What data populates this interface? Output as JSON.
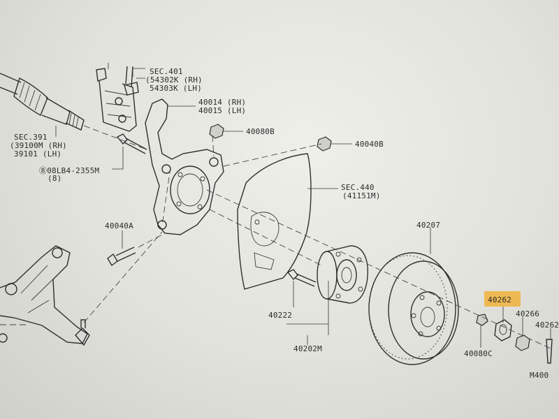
{
  "callouts": {
    "sec401": "SEC.401",
    "sec401_rh": "(54302K (RH)",
    "sec401_lh": "54303K (LH)",
    "knuckle_rh": "40014 (RH)",
    "knuckle_lh": "40015 (LH)",
    "nut_40080b": "40080B",
    "nut_40040b": "40040B",
    "sec391": "SEC.391",
    "sec391_rh": "(39100M (RH)",
    "sec391_lh": "39101  (LH)",
    "bolt_08lb4": "Ⓑ08LB4-2355M",
    "bolt_08lb4_qty": "(8)",
    "sec440": "SEC.440",
    "sec440_part": "(41151M)",
    "bolt_40040a": "40040A",
    "rotor_40207": "40207",
    "hub_bolt_40222": "40222",
    "hub_40202m": "40202M",
    "washer_40262": "40262",
    "nut_40266": "40266",
    "pin_40262": "40262",
    "cap_40080c": "40080C",
    "m400": "M400"
  },
  "colors": {
    "ink": "#2e2e2e",
    "highlight": "#f1b13a",
    "paper": "#e8e8e2"
  }
}
